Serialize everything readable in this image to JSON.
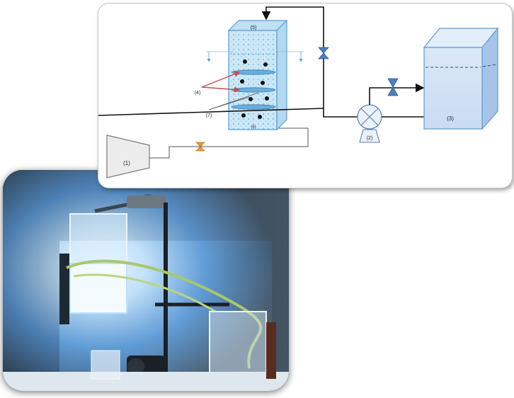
{
  "diagram": {
    "labels": {
      "solar_simulator": "(1)",
      "pump": "(2)",
      "tank": "(3)",
      "led_strips": "(4)",
      "reactor": "(5)",
      "catalyst_plates": "(7)"
    }
  }
}
